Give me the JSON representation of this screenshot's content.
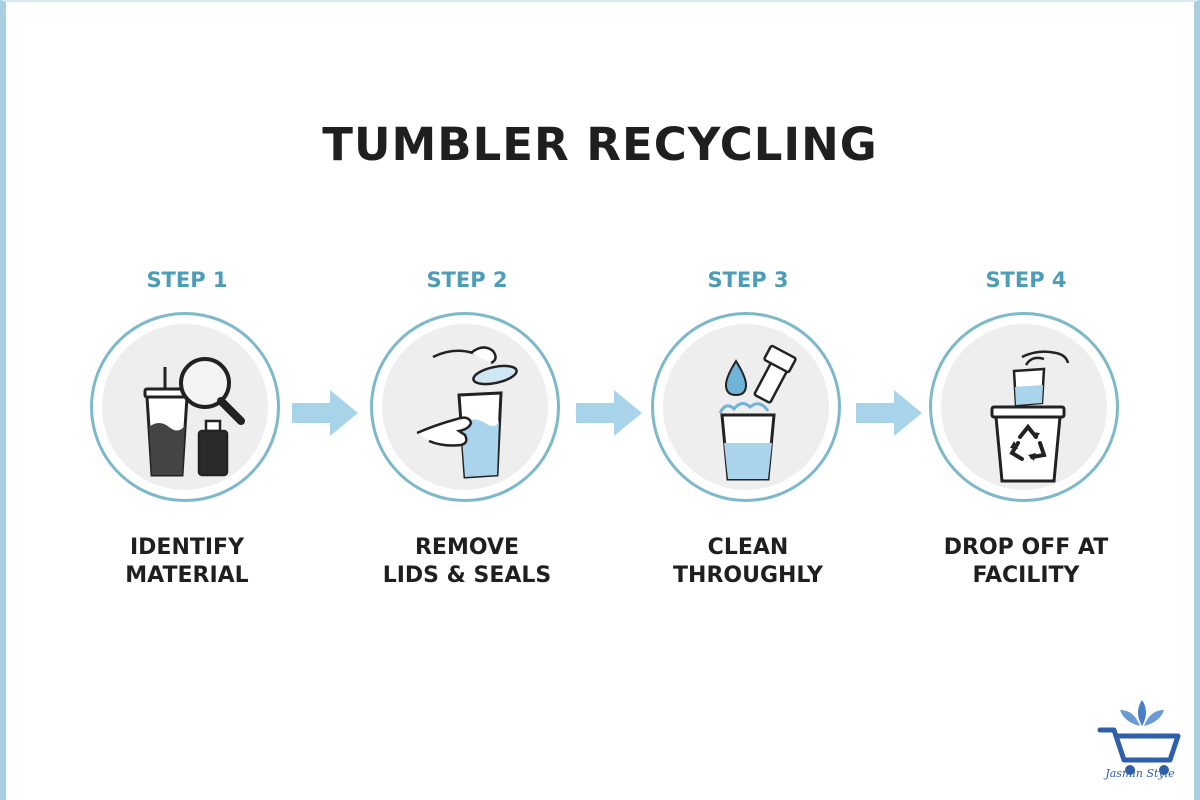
{
  "title": "TUMBLER RECYCLING",
  "steps": [
    {
      "label": "STEP 1",
      "caption_line1": "IDENTIFY",
      "caption_line2": "MATERIAL",
      "icon": "tumbler-magnifier-icon"
    },
    {
      "label": "STEP 2",
      "caption_line1": "REMOVE",
      "caption_line2": "LIDS & SEALS",
      "icon": "remove-lid-icon"
    },
    {
      "label": "STEP 3",
      "caption_line1": "CLEAN",
      "caption_line2": "THROUGHLY",
      "icon": "cleaning-glass-icon"
    },
    {
      "label": "STEP 4",
      "caption_line1": "DROP OFF AT",
      "caption_line2": "FACILITY",
      "icon": "recycle-bin-icon"
    }
  ],
  "arrows": [
    "arrow-right-icon",
    "arrow-right-icon",
    "arrow-right-icon"
  ],
  "logo": {
    "text": "Jasmin Style",
    "icon": "shopping-cart-leaf-icon"
  },
  "colors": {
    "accent": "#4e9db8",
    "ring": "#7db8cb",
    "arrow": "#a8d4ea",
    "water": "#a9d4ec",
    "frame": "#a9cfe0",
    "logo": "#2f5fa8"
  }
}
